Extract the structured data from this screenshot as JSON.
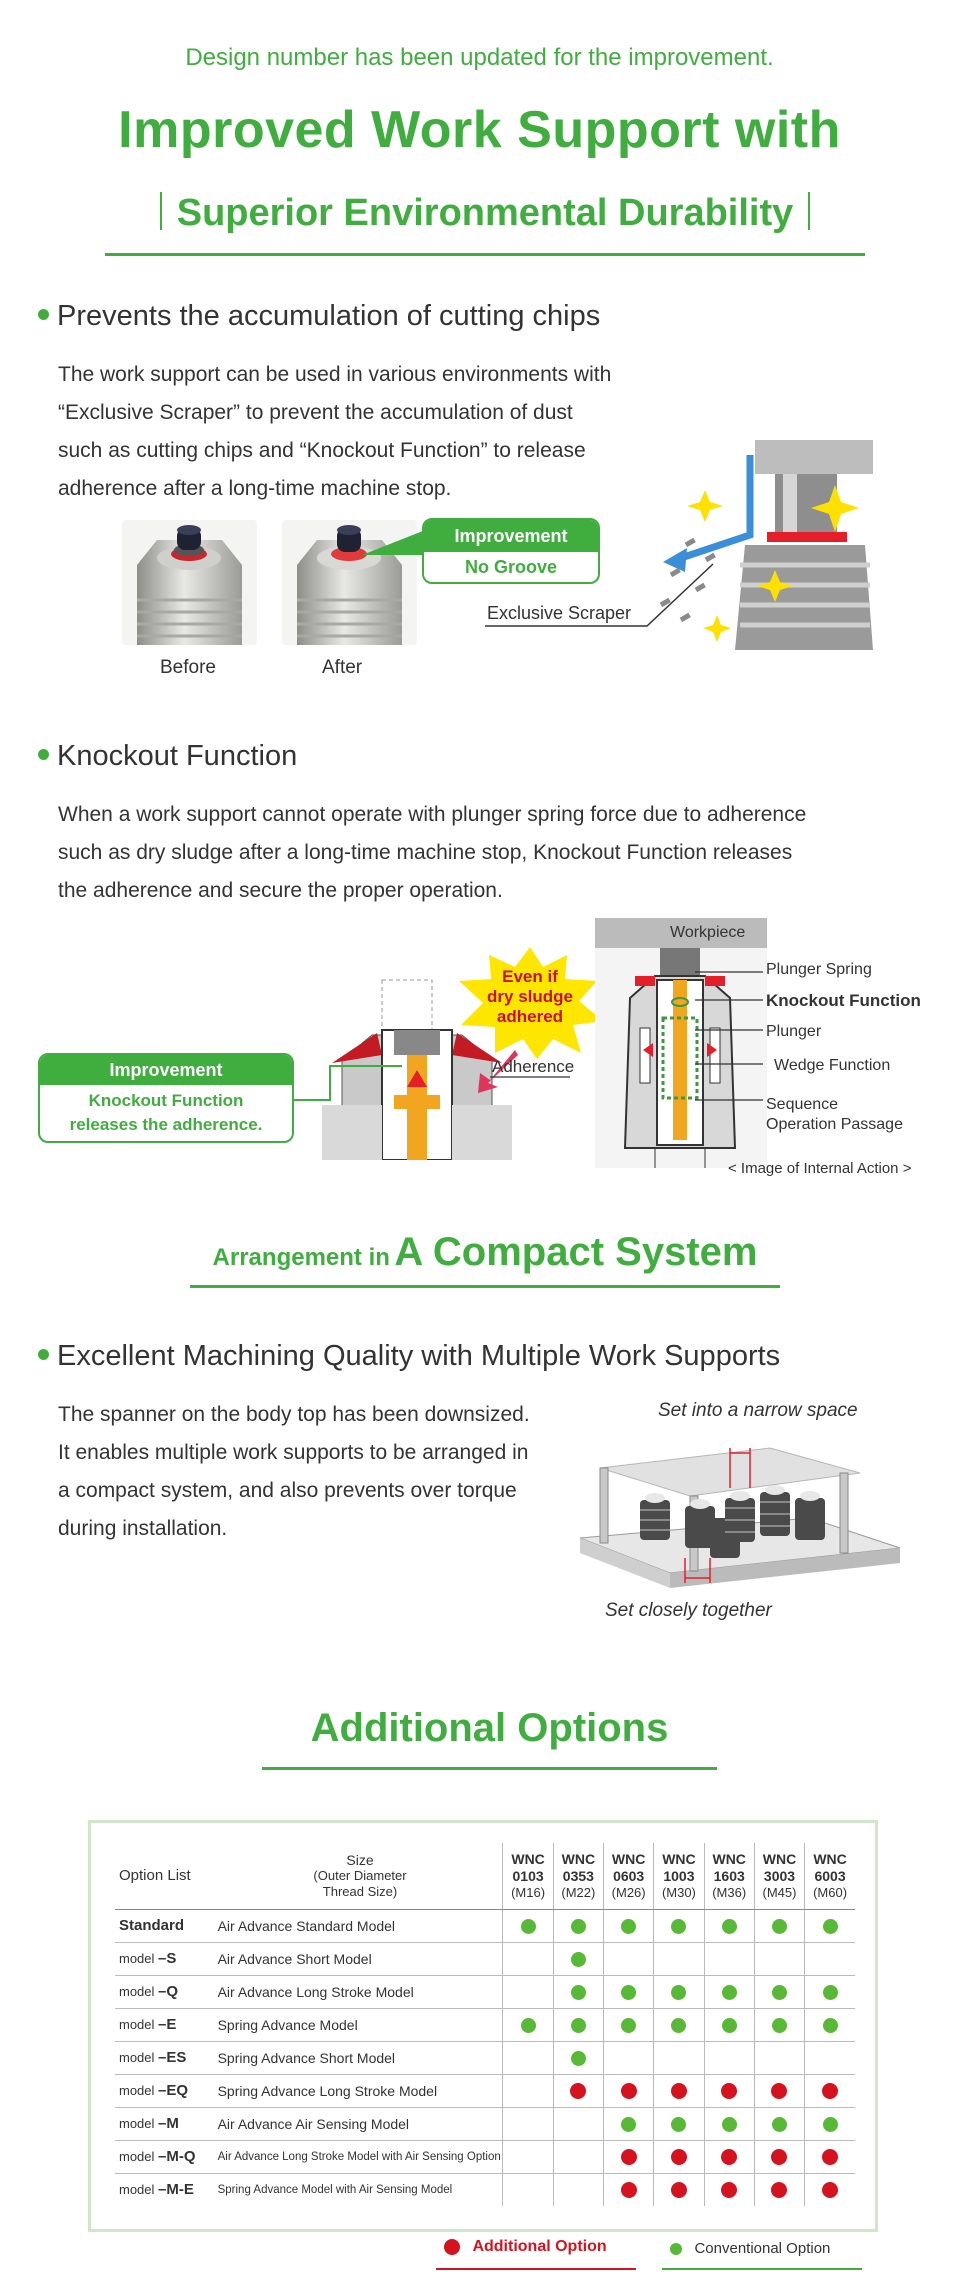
{
  "header": {
    "intro": "Design number has been updated for the improvement.",
    "title": "Improved Work Support with",
    "subtitle": "Superior Environmental Durability"
  },
  "section1": {
    "heading": "Prevents the accumulation of cutting chips",
    "lines": [
      "The work support can be used in various environments with",
      "“Exclusive Scraper” to prevent the accumulation of dust",
      "such as cutting chips and “Knockout Function” to release",
      "adherence after a long-time machine stop."
    ],
    "photo_before_label": "Before",
    "photo_after_label": "After",
    "improvement_label": "Improvement",
    "improvement_text": "No Groove",
    "scraper_label": "Exclusive Scraper"
  },
  "section2": {
    "heading": "Knockout Function",
    "lines": [
      "When a work support cannot operate with plunger spring force due to adherence",
      "such as dry sludge after a long-time machine stop, Knockout Function releases",
      "the adherence and secure the proper operation."
    ],
    "improvement_label": "Improvement",
    "improvement_line1": "Knockout Function",
    "improvement_line2": "releases the adherence.",
    "burst_line1": "Even if",
    "burst_line2": "dry sludge",
    "burst_line3": "adhered",
    "adherence_label": "Adherence",
    "workpiece_label": "Workpiece",
    "plunger_spring_label": "Plunger Spring",
    "knockout_label": "Knockout Function",
    "plunger_label": "Plunger",
    "wedge_label": "Wedge Function",
    "sequence_line1": "Sequence",
    "sequence_line2": "Operation Passage",
    "caption": "< Image of Internal Action >"
  },
  "arrangement": {
    "small": "Arrangement in",
    "big": "A Compact System"
  },
  "section3": {
    "heading": "Excellent Machining Quality with Multiple Work Supports",
    "lines": [
      "The spanner on the body top has been downsized.",
      "It enables multiple work supports to be arranged in",
      "a compact system, and also prevents over torque",
      "during installation."
    ],
    "top_label": "Set into a narrow space",
    "bottom_label": "Set closely together"
  },
  "options": {
    "title": "Additional Options",
    "option_list_label": "Option List",
    "size_label": "Size",
    "size_sub1": "(Outer Diameter",
    "size_sub2": "Thread Size)",
    "columns": [
      {
        "model": "WNC",
        "num": "0103",
        "thread": "(M16)"
      },
      {
        "model": "WNC",
        "num": "0353",
        "thread": "(M22)"
      },
      {
        "model": "WNC",
        "num": "0603",
        "thread": "(M26)"
      },
      {
        "model": "WNC",
        "num": "1003",
        "thread": "(M30)"
      },
      {
        "model": "WNC",
        "num": "1603",
        "thread": "(M36)"
      },
      {
        "model": "WNC",
        "num": "3003",
        "thread": "(M45)"
      },
      {
        "model": "WNC",
        "num": "6003",
        "thread": "(M60)"
      }
    ],
    "rows": [
      {
        "prefix": "",
        "code": "Standard",
        "desc": "Air Advance Standard Model",
        "cells": [
          "g",
          "g",
          "g",
          "g",
          "g",
          "g",
          "g"
        ]
      },
      {
        "prefix": "model",
        "code": "–S",
        "desc": "Air Advance Short Model",
        "cells": [
          "",
          "g",
          "",
          "",
          "",
          "",
          ""
        ]
      },
      {
        "prefix": "model",
        "code": "–Q",
        "desc": "Air Advance Long Stroke Model",
        "cells": [
          "",
          "g",
          "g",
          "g",
          "g",
          "g",
          "g"
        ]
      },
      {
        "prefix": "model",
        "code": "–E",
        "desc": "Spring Advance Model",
        "cells": [
          "g",
          "g",
          "g",
          "g",
          "g",
          "g",
          "g"
        ]
      },
      {
        "prefix": "model",
        "code": "–ES",
        "desc": "Spring Advance Short Model",
        "cells": [
          "",
          "g",
          "",
          "",
          "",
          "",
          ""
        ]
      },
      {
        "prefix": "model",
        "code": "–EQ",
        "desc": "Spring Advance Long Stroke Model",
        "cells": [
          "",
          "r",
          "r",
          "r",
          "r",
          "r",
          "r"
        ]
      },
      {
        "prefix": "model",
        "code": "–M",
        "desc": "Air Advance Air Sensing Model",
        "cells": [
          "",
          "",
          "g",
          "g",
          "g",
          "g",
          "g"
        ]
      },
      {
        "prefix": "model",
        "code": "–M-Q",
        "desc": "Air Advance Long Stroke Model with Air Sensing Option",
        "cells": [
          "",
          "",
          "r",
          "r",
          "r",
          "r",
          "r"
        ]
      },
      {
        "prefix": "model",
        "code": "–M-E",
        "desc": "Spring Advance Model with Air Sensing Model",
        "cells": [
          "",
          "",
          "r",
          "r",
          "r",
          "r",
          "r"
        ]
      }
    ],
    "legend_additional": "Additional Option",
    "legend_conventional": "Conventional Option",
    "colors": {
      "green": "#3fae3f",
      "red": "#d5121e"
    }
  }
}
